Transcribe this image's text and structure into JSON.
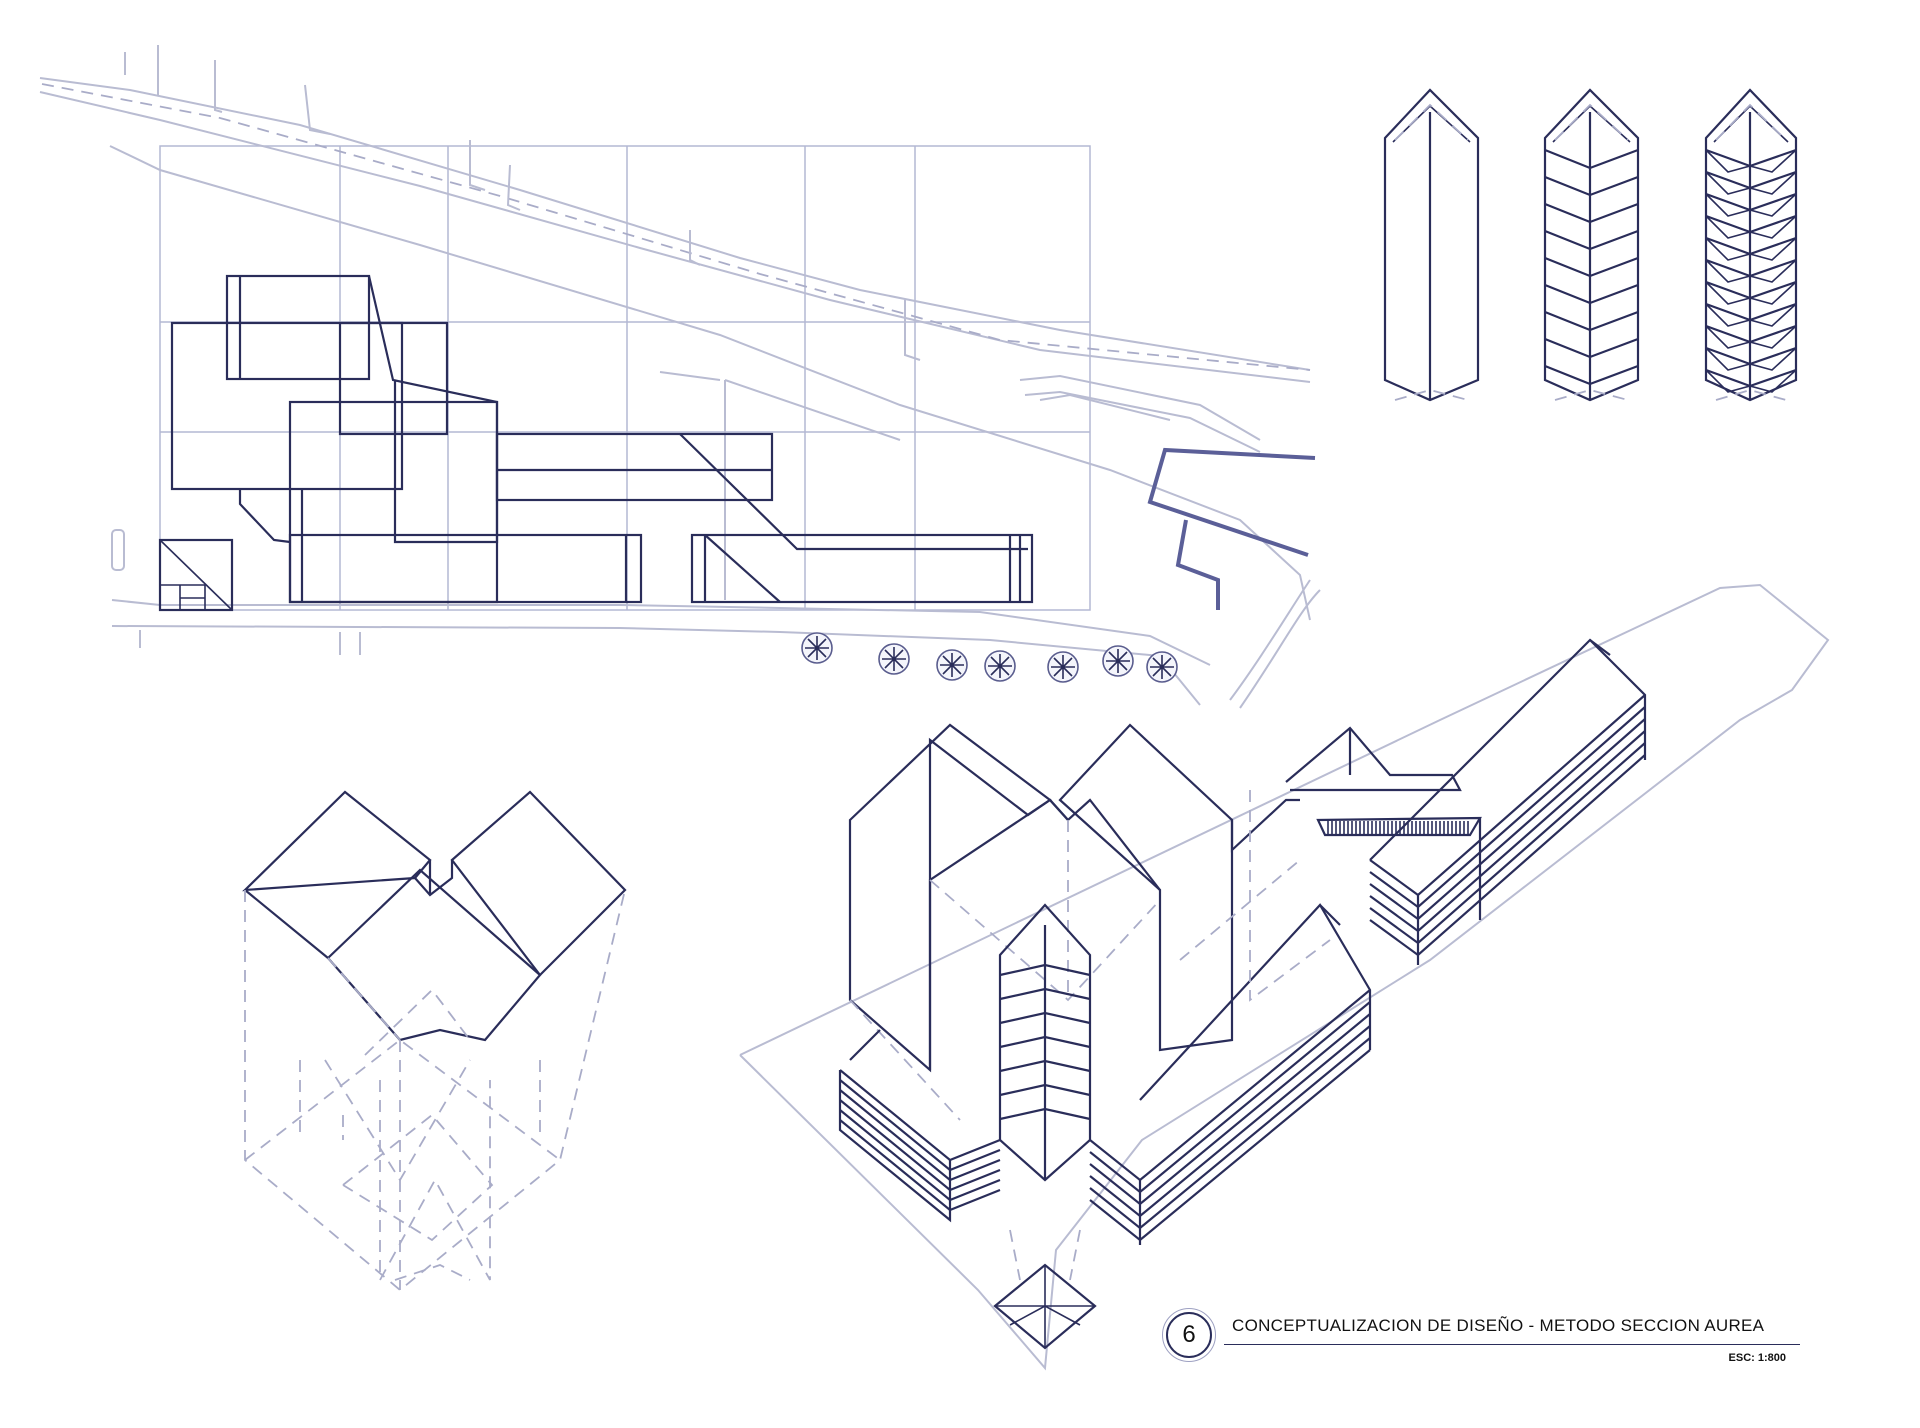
{
  "title_block": {
    "sheet_number": "6",
    "title": "CONCEPTUALIZACION DE DISEÑO - METODO SECCION AUREA",
    "scale": "ESC: 1:800"
  }
}
